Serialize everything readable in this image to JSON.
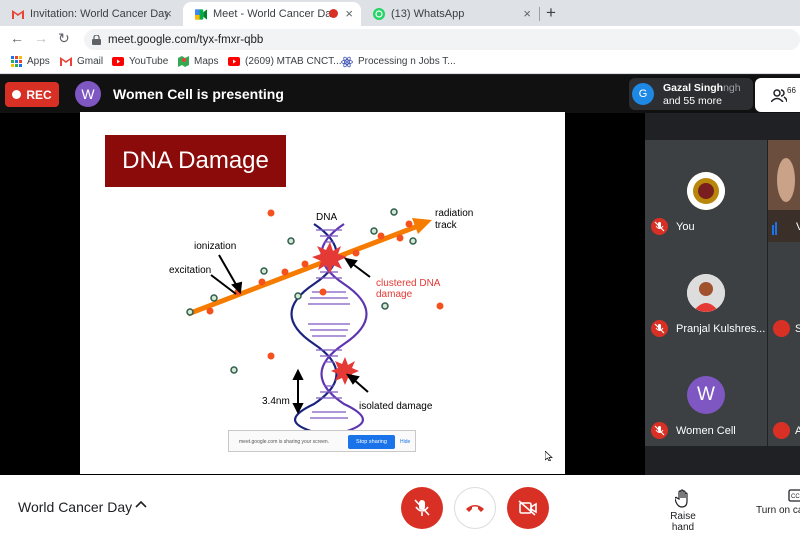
{
  "browser": {
    "tabs": [
      {
        "label": "Invitation: World Cancer Day @ T",
        "icon": "gmail-icon"
      },
      {
        "label": "Meet - World Cancer Day",
        "icon": "meet-icon",
        "active": true
      },
      {
        "label": "(13) WhatsApp",
        "icon": "whatsapp-icon"
      }
    ],
    "url": "meet.google.com/tyx-fmxr-qbb",
    "bookmarks": [
      {
        "label": "Apps",
        "icon": "apps-grid-icon"
      },
      {
        "label": "Gmail",
        "icon": "gmail-icon"
      },
      {
        "label": "YouTube",
        "icon": "youtube-icon"
      },
      {
        "label": "Maps",
        "icon": "maps-icon"
      },
      {
        "label": "(2609) MTAB CNCT...",
        "icon": "youtube-icon"
      },
      {
        "label": "Processing n Jobs T...",
        "icon": "react-icon"
      }
    ]
  },
  "meet": {
    "rec_label": "REC",
    "presenter_initial": "W",
    "presenting_text": "Women Cell is presenting",
    "participants_chip": {
      "initial": "G",
      "name": "Gazal Singh",
      "name_overlap": "ngh",
      "more": "and 55 more"
    },
    "people_count": "66",
    "slide": {
      "title": "DNA Damage",
      "labels": {
        "dna": "DNA",
        "radiation": "radiation",
        "track": "track",
        "ionization": "ionization",
        "excitation": "excitation",
        "clustered1": "clustered  DNA",
        "clustered2": "damage",
        "size": "3.4nm",
        "isolated": "isolated  damage"
      },
      "share_bar": {
        "message": "meet.google.com is sharing your screen.",
        "stop": "Stop sharing",
        "hide": "Hide"
      }
    },
    "tiles": [
      {
        "name": "You"
      },
      {
        "name": "Pranjal Kulshres..."
      },
      {
        "name": "Women Cell",
        "initial": "W"
      }
    ],
    "side_initials": [
      "V",
      "S",
      "A"
    ],
    "bottom": {
      "meeting_name": "World Cancer Day",
      "raise_hand": "Raise hand",
      "turn_on": "Turn on ca"
    }
  }
}
